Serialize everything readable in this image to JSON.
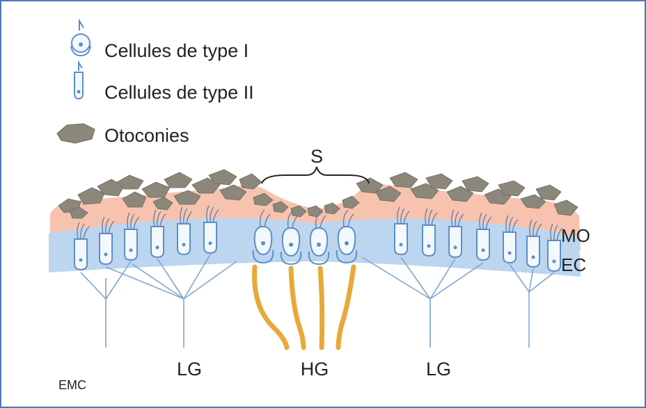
{
  "legend": {
    "type1_label": "Cellules de type I",
    "type2_label": "Cellules de type II",
    "otoconia_label": "Otoconies"
  },
  "labels": {
    "s": "S",
    "mo": "MO",
    "ec": "EC",
    "lg_left": "LG",
    "hg": "HG",
    "lg_right": "LG",
    "logo": "EMC"
  },
  "colors": {
    "frame": "#4f79b7",
    "membrane": "#f6b9a0",
    "epithelium": "#bcd6ef",
    "cell_outline": "#5a8fc8",
    "nerve": "#7ea6cf",
    "hg_fiber": "#e8a93a",
    "otoconia": "#8b877a"
  }
}
